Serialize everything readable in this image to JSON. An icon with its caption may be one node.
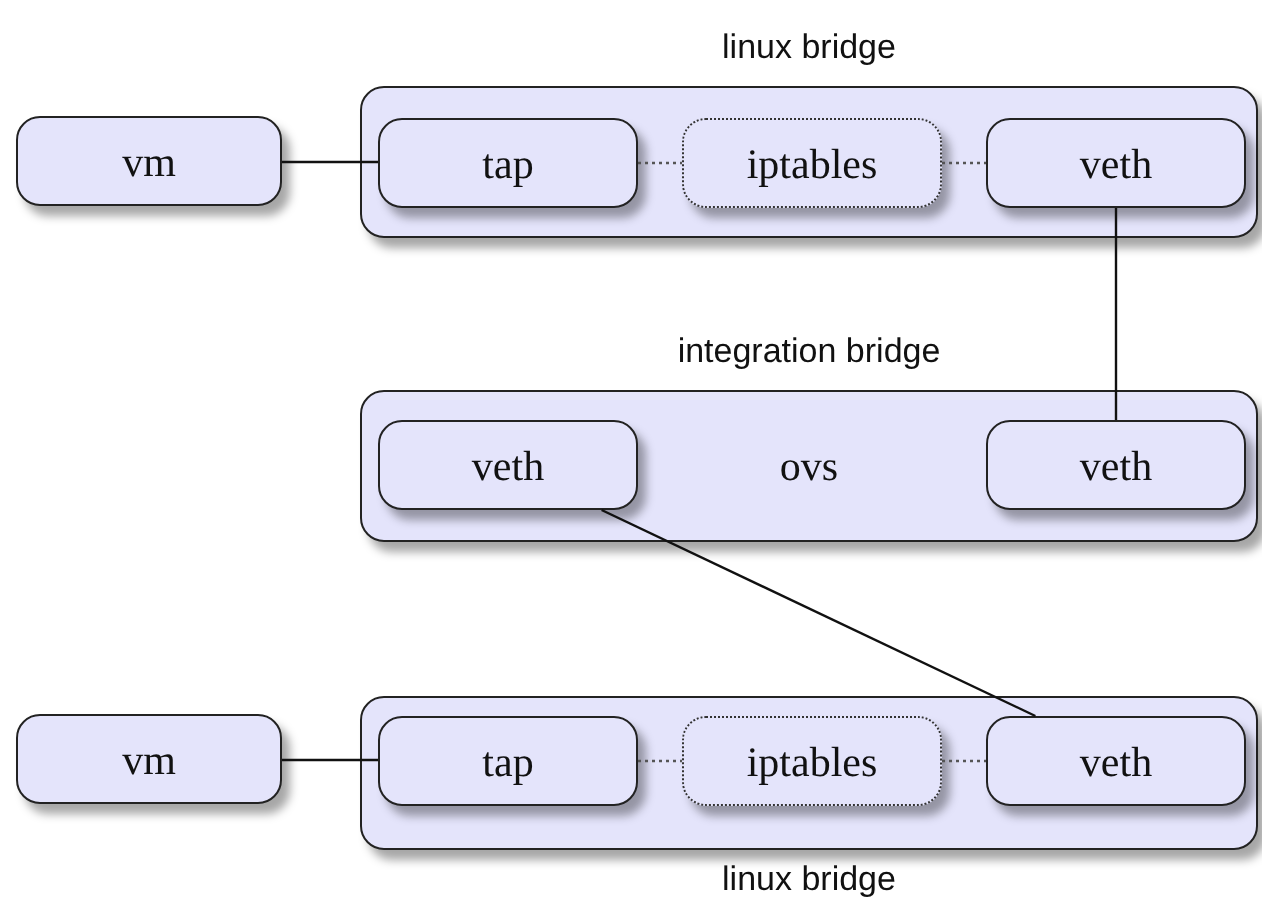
{
  "diagram": {
    "nodes": [
      {
        "text": [
          "linux bridge"
        ]
      },
      {
        "text": [
          "vm"
        ]
      },
      {
        "text": [
          "tap"
        ],
        "in": 0
      },
      {
        "text": [
          "iptables"
        ],
        "in": 0
      },
      {
        "text": [
          "veth"
        ],
        "in": 0
      },
      {
        "text": [
          "integration bridge",
          "ovs"
        ]
      },
      {
        "text": [
          "veth"
        ],
        "in": 5
      },
      {
        "text": [
          "veth"
        ],
        "in": 5
      },
      {
        "text": [
          "linux bridge"
        ]
      },
      {
        "text": [
          "vm"
        ]
      },
      {
        "text": [
          "tap"
        ],
        "in": 8
      },
      {
        "text": [
          "iptables"
        ],
        "in": 8
      },
      {
        "text": [
          "veth"
        ],
        "in": 8
      }
    ],
    "edges": [
      {
        "from": 1,
        "to": 2,
        "arrow": "none"
      },
      {
        "from": 2,
        "to": 3,
        "arrow": "none",
        "style": "dashed"
      },
      {
        "from": 3,
        "to": 4,
        "arrow": "none",
        "style": "dashed"
      },
      {
        "from": 4,
        "to": 7,
        "arrow": "none"
      },
      {
        "from": 6,
        "to": 12,
        "arrow": "none"
      },
      {
        "from": 9,
        "to": 10,
        "arrow": "none"
      },
      {
        "from": 10,
        "to": 11,
        "arrow": "none",
        "style": "dashed"
      },
      {
        "from": 11,
        "to": 12,
        "arrow": "none",
        "style": "dashed"
      }
    ]
  }
}
